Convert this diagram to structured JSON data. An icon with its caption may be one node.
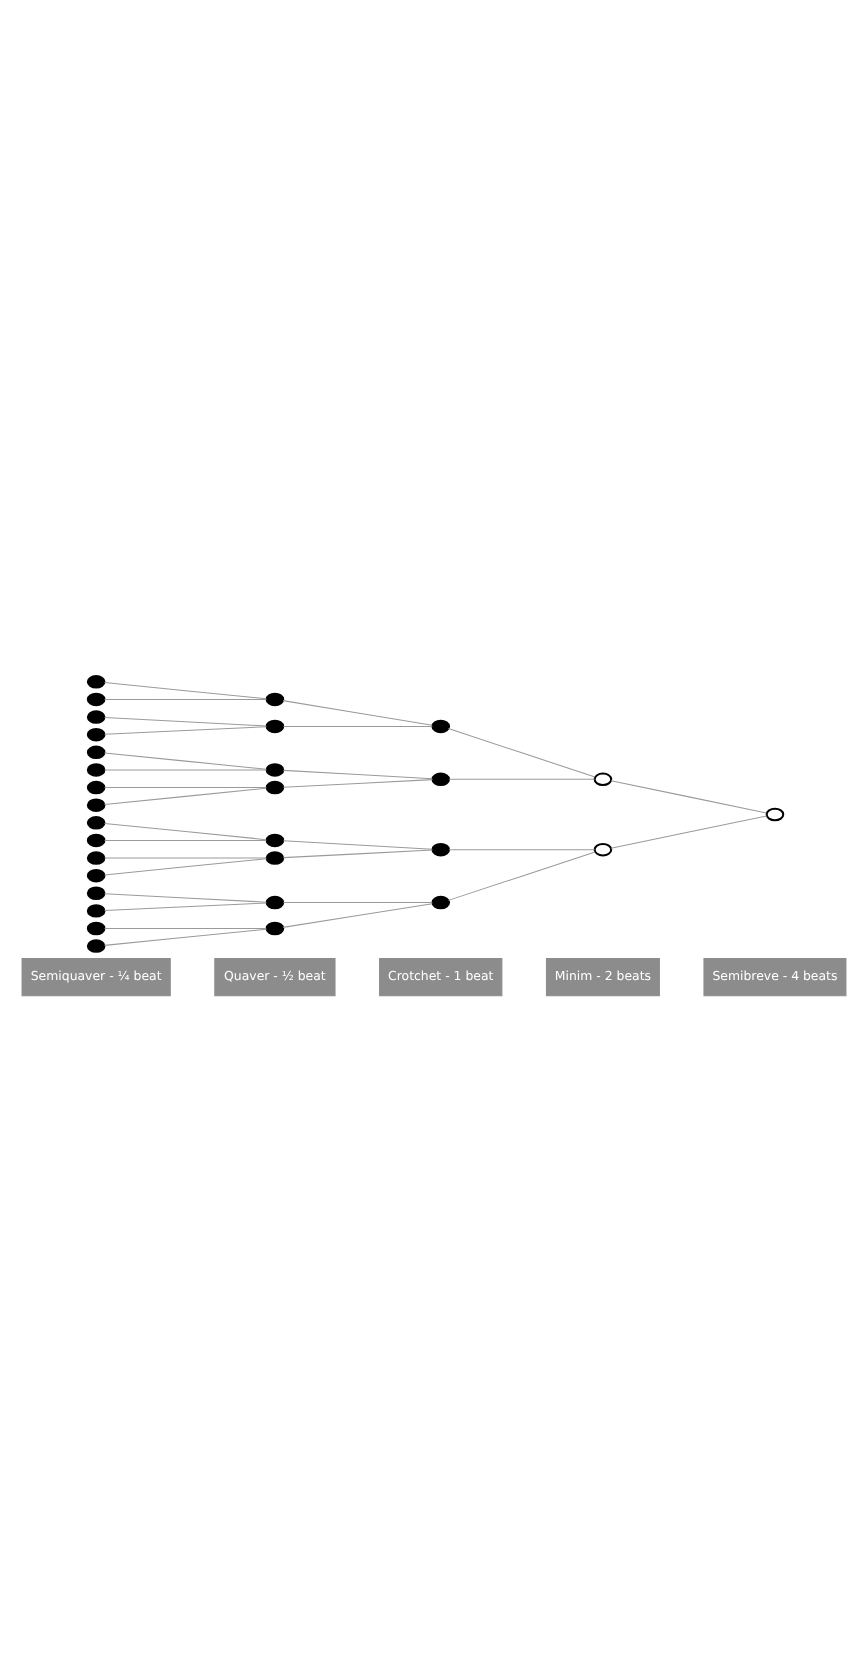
{
  "diagram": {
    "nodes": [
      {
        "text": [
          "Semiquaver - ¼ beat"
        ]
      },
      {
        "text": [
          "Quaver - ½ beat"
        ]
      },
      {
        "text": [
          "Crotchet - 1 beat"
        ]
      },
      {
        "text": [
          "Minim - 2 beats"
        ]
      },
      {
        "text": [
          "Semibreve - 4 beats"
        ]
      },
      {
        "text": [],
        "shape": "note"
      },
      {
        "text": [],
        "shape": "note"
      },
      {
        "text": [],
        "shape": "note"
      },
      {
        "text": [],
        "shape": "note"
      },
      {
        "text": [],
        "shape": "note"
      },
      {
        "text": [],
        "shape": "note"
      },
      {
        "text": [],
        "shape": "note"
      },
      {
        "text": [],
        "shape": "note"
      },
      {
        "text": [],
        "shape": "note"
      },
      {
        "text": [],
        "shape": "note"
      },
      {
        "text": [],
        "shape": "note"
      },
      {
        "text": [],
        "shape": "note"
      },
      {
        "text": [],
        "shape": "note"
      },
      {
        "text": [],
        "shape": "note"
      },
      {
        "text": [],
        "shape": "note"
      },
      {
        "text": [],
        "shape": "note"
      },
      {
        "text": [],
        "shape": "note"
      },
      {
        "text": [],
        "shape": "note"
      },
      {
        "text": [],
        "shape": "note"
      },
      {
        "text": [],
        "shape": "note"
      },
      {
        "text": [],
        "shape": "note"
      },
      {
        "text": [],
        "shape": "note"
      },
      {
        "text": [],
        "shape": "note"
      },
      {
        "text": [],
        "shape": "note"
      },
      {
        "text": [],
        "shape": "note"
      },
      {
        "text": [],
        "shape": "note"
      },
      {
        "text": [],
        "shape": "note"
      },
      {
        "text": [],
        "shape": "note"
      },
      {
        "text": [],
        "shape": "note"
      },
      {
        "text": [],
        "shape": "note"
      },
      {
        "text": [],
        "shape": "note"
      }
    ],
    "edges": [
      {
        "from": 35,
        "to": 33,
        "arrow": "none"
      },
      {
        "from": 35,
        "to": 34,
        "arrow": "none"
      },
      {
        "from": 33,
        "to": 29,
        "arrow": "none"
      },
      {
        "from": 33,
        "to": 30,
        "arrow": "none"
      },
      {
        "from": 34,
        "to": 31,
        "arrow": "none"
      },
      {
        "from": 34,
        "to": 32,
        "arrow": "none"
      },
      {
        "from": 29,
        "to": 21,
        "arrow": "none"
      },
      {
        "from": 29,
        "to": 22,
        "arrow": "none"
      },
      {
        "from": 30,
        "to": 23,
        "arrow": "none"
      },
      {
        "from": 30,
        "to": 24,
        "arrow": "none"
      },
      {
        "from": 31,
        "to": 25,
        "arrow": "none"
      },
      {
        "from": 31,
        "to": 26,
        "arrow": "none"
      },
      {
        "from": 32,
        "to": 27,
        "arrow": "none"
      },
      {
        "from": 32,
        "to": 28,
        "arrow": "none"
      },
      {
        "from": 21,
        "to": 5,
        "arrow": "none"
      },
      {
        "from": 21,
        "to": 6,
        "arrow": "none"
      },
      {
        "from": 22,
        "to": 7,
        "arrow": "none"
      },
      {
        "from": 22,
        "to": 8,
        "arrow": "none"
      },
      {
        "from": 23,
        "to": 9,
        "arrow": "none"
      },
      {
        "from": 23,
        "to": 10,
        "arrow": "none"
      },
      {
        "from": 24,
        "to": 11,
        "arrow": "none"
      },
      {
        "from": 24,
        "to": 12,
        "arrow": "none"
      },
      {
        "from": 25,
        "to": 13,
        "arrow": "none"
      },
      {
        "from": 25,
        "to": 14,
        "arrow": "none"
      },
      {
        "from": 26,
        "to": 15,
        "arrow": "none"
      },
      {
        "from": 26,
        "to": 16,
        "arrow": "none"
      },
      {
        "from": 27,
        "to": 17,
        "arrow": "none"
      },
      {
        "from": 27,
        "to": 18,
        "arrow": "none"
      },
      {
        "from": 28,
        "to": 19,
        "arrow": "none"
      },
      {
        "from": 28,
        "to": 20,
        "arrow": "none"
      }
    ]
  }
}
